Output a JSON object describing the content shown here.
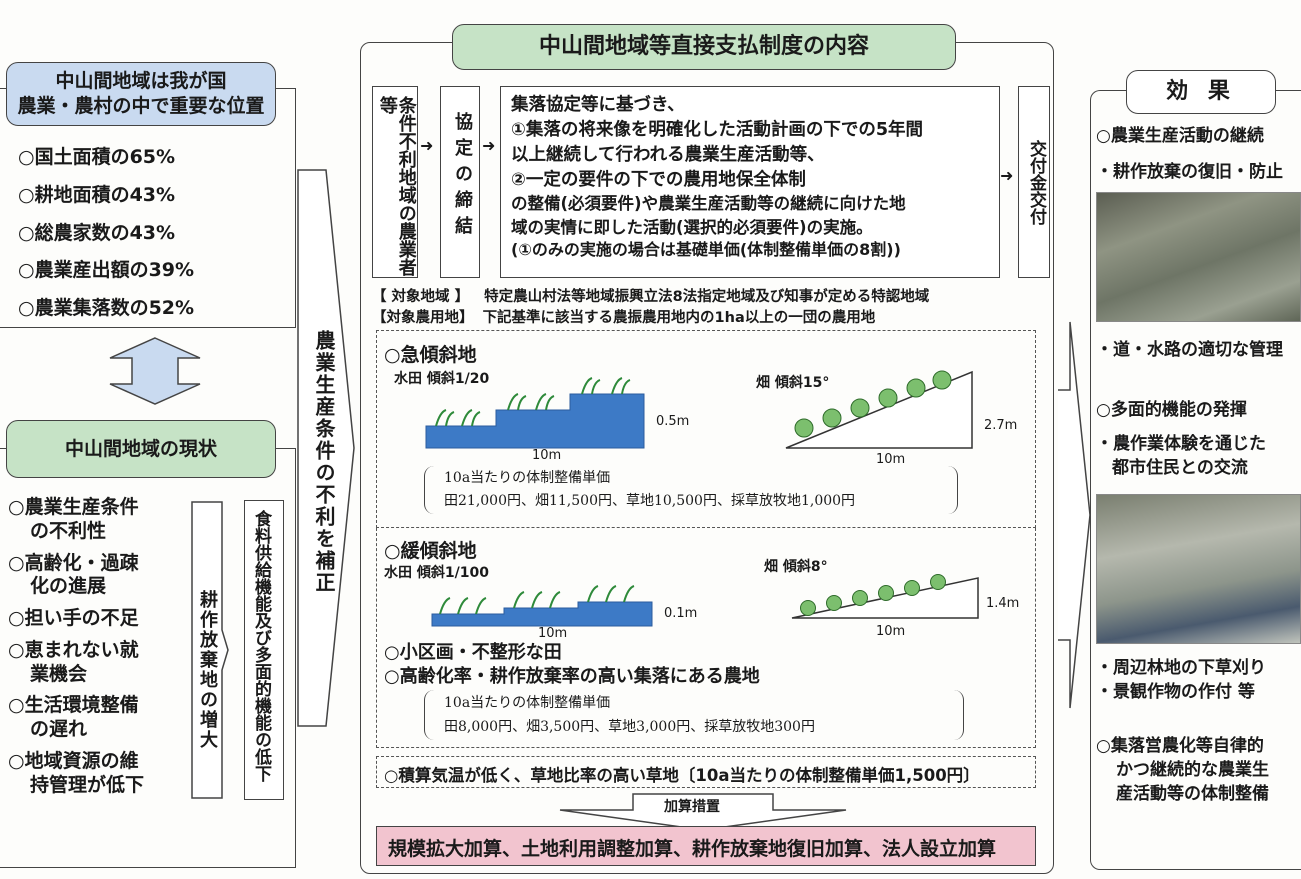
{
  "left": {
    "top_box_title": [
      "中山間地域は我が国",
      "農業・農村の中で重要な位置"
    ],
    "stats": [
      "○国土面積の65%",
      "○耕地面積の43%",
      "○総農家数の43%",
      "○農業産出額の39%",
      "○農業集落数の52%"
    ],
    "status_title": "中山間地域の現状",
    "conditions": [
      [
        "○農業生産条件",
        "の不利性"
      ],
      [
        "○高齢化・過疎",
        "化の進展"
      ],
      [
        "○担い手の不足"
      ],
      [
        "○恵まれない就",
        "業機会"
      ],
      [
        "○生活環境整備",
        "の遅れ"
      ],
      [
        "○地域資源の維",
        "持管理が低下"
      ]
    ],
    "arrow_abandon": "耕作放棄地の増大",
    "arrow_decline": "食料供給機能及び多面的機能の低下",
    "big_arrow": "農業生産条件の不利を補正"
  },
  "center": {
    "title": "中山間地域等直接支払制度の内容",
    "col1": "条件不利地域の農業者等",
    "col2": "協定の締結",
    "desc": [
      "集落協定等に基づき、",
      "①集落の将来像を明確化した活動計画の下での5年間",
      "以上継続して行われる農業生産活動等、",
      "②一定の要件の下での農用地保全体制",
      "の整備(必須要件)や農業生産活動等の継続に向けた地",
      "域の実情に即した活動(選択的必須要件)の実施。",
      "(①のみの実施の場合は基礎単価(体制整備単価の8割))"
    ],
    "col4": "交付金交付",
    "target_area_label": "【 対象地域 】",
    "target_area": "特定農山村法等地域振興立法8法指定地域及び知事が定める特認地域",
    "target_land_label": "【対象農用地】",
    "target_land": "下記基準に該当する農振農用地内の1ha以上の一団の農用地",
    "steep": {
      "heading": "○急傾斜地",
      "paddy_label": "水田  傾斜1/20",
      "paddy_h": "0.5m",
      "paddy_w": "10m",
      "field_label": "畑  傾斜15°",
      "field_h": "2.7m",
      "field_w": "10m",
      "unit_label": "10a当たりの体制整備単価",
      "unit_values": "田21,000円、畑11,500円、草地10,500円、採草放牧地1,000円"
    },
    "gentle": {
      "heading": "○緩傾斜地",
      "paddy_label": "水田  傾斜1/100",
      "paddy_h": "0.1m",
      "paddy_w": "10m",
      "field_label": "畑  傾斜8°",
      "field_h": "1.4m",
      "field_w": "10m",
      "small": "○小区画・不整形な田",
      "aging": "○高齢化率・耕作放棄率の高い集落にある農地",
      "unit_label": "10a当たりの体制整備単価",
      "unit_values": "田8,000円、畑3,500円、草地3,000円、採草放牧地300円"
    },
    "grass": "○積算気温が低く、草地比率の高い草地〔10a当たりの体制整備単価1,500円〕",
    "addition_label": "加算措置",
    "addition": "規模拡大加算、土地利用調整加算、耕作放棄地復旧加算、法人設立加算"
  },
  "right": {
    "title": "効  果",
    "effects": [
      "○農業生産活動の継続",
      "・耕作放棄の復旧・防止",
      "・道・水路の適切な管理",
      "○多面的機能の発揮",
      "・農作業体験を通じた",
      "都市住民との交流",
      "・周辺林地の下草刈り",
      "・景観作物の作付  等",
      "○集落営農化等自律的",
      "かつ継続的な農業生",
      "産活動等の体制整備"
    ]
  }
}
